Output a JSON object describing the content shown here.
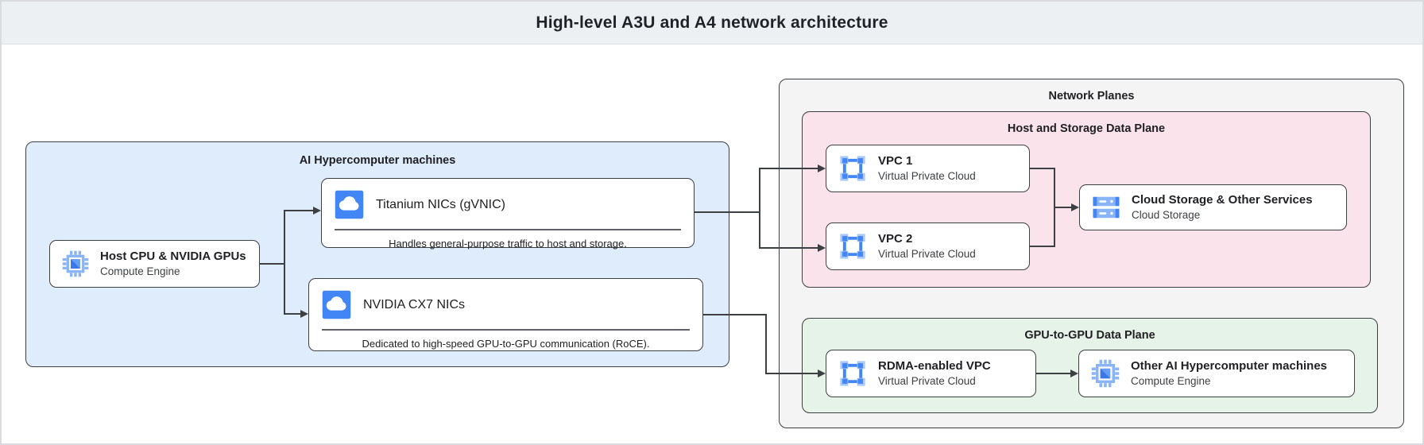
{
  "header": {
    "title": "High-level A3U and A4 network architecture"
  },
  "containers": {
    "machines": {
      "label": "AI Hypercomputer machines"
    },
    "network_planes": {
      "label": "Network Planes"
    },
    "host_storage_plane": {
      "label": "Host and Storage Data Plane"
    },
    "gpu_plane": {
      "label": "GPU-to-GPU Data Plane"
    }
  },
  "nodes": {
    "host_cpu": {
      "title": "Host CPU & NVIDIA GPUs",
      "subtitle": "Compute Engine",
      "icon": "compute-engine-icon"
    },
    "titanium": {
      "title": "Titanium NICs (gVNIC)",
      "caption": "Handles general-purpose traffic to host and storage.",
      "icon": "cloud-nic-icon"
    },
    "cx7": {
      "title": "NVIDIA CX7 NICs",
      "caption": "Dedicated to high-speed GPU-to-GPU communication (RoCE).",
      "icon": "cloud-nic-icon"
    },
    "vpc1": {
      "title": "VPC 1",
      "subtitle": "Virtual Private Cloud",
      "icon": "vpc-icon"
    },
    "vpc2": {
      "title": "VPC 2",
      "subtitle": "Virtual Private Cloud",
      "icon": "vpc-icon"
    },
    "storage": {
      "title": "Cloud Storage & Other Services",
      "subtitle": "Cloud Storage",
      "icon": "cloud-storage-icon"
    },
    "rdma": {
      "title": "RDMA-enabled VPC",
      "subtitle": "Virtual Private Cloud",
      "icon": "vpc-icon"
    },
    "other_ai": {
      "title": "Other AI Hypercomputer machines",
      "subtitle": "Compute Engine",
      "icon": "compute-engine-icon"
    }
  },
  "colors": {
    "accent_blue": "#4285f4",
    "light_blue_icon": "#8ab4f8",
    "machines_fill": "#dfecfb",
    "network_planes_fill": "#f4f4f5",
    "host_storage_fill": "#fbe3ec",
    "gpu_plane_fill": "#e5f3e8",
    "header_fill": "#edf0f3",
    "border_dark": "#3c4043"
  }
}
